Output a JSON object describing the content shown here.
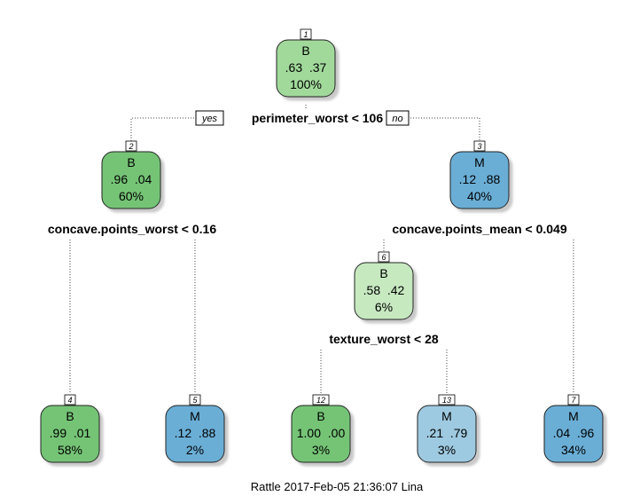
{
  "footer": "Rattle 2017-Feb-05 21:36:07 Lina",
  "yes_label": "yes",
  "no_label": "no",
  "colors": {
    "B_strong": "#74c476",
    "B_medium": "#a1d99b",
    "B_light": "#c7e9c0",
    "M_strong": "#6baed6",
    "M_light": "#9ecae1"
  },
  "nodes": [
    {
      "id": "1",
      "cls": "B",
      "probs": ".63  .37",
      "pct": "100%",
      "color": "#a1d99b"
    },
    {
      "id": "2",
      "cls": "B",
      "probs": ".96  .04",
      "pct": "60%",
      "color": "#74c476"
    },
    {
      "id": "3",
      "cls": "M",
      "probs": ".12  .88",
      "pct": "40%",
      "color": "#6baed6"
    },
    {
      "id": "4",
      "cls": "B",
      "probs": ".99  .01",
      "pct": "58%",
      "color": "#74c476"
    },
    {
      "id": "5",
      "cls": "M",
      "probs": ".12  .88",
      "pct": "2%",
      "color": "#6baed6"
    },
    {
      "id": "6",
      "cls": "B",
      "probs": ".58  .42",
      "pct": "6%",
      "color": "#c7e9c0"
    },
    {
      "id": "12",
      "cls": "B",
      "probs": "1.00  .00",
      "pct": "3%",
      "color": "#74c476"
    },
    {
      "id": "13",
      "cls": "M",
      "probs": ".21  .79",
      "pct": "3%",
      "color": "#9ecae1"
    },
    {
      "id": "7",
      "cls": "M",
      "probs": ".04  .96",
      "pct": "34%",
      "color": "#6baed6"
    }
  ],
  "splits": [
    {
      "node": "1",
      "text": "perimeter_worst < 106"
    },
    {
      "node": "2",
      "text": "concave.points_worst < 0.16"
    },
    {
      "node": "3",
      "text": "concave.points_mean < 0.049"
    },
    {
      "node": "6",
      "text": "texture_worst < 28"
    }
  ]
}
